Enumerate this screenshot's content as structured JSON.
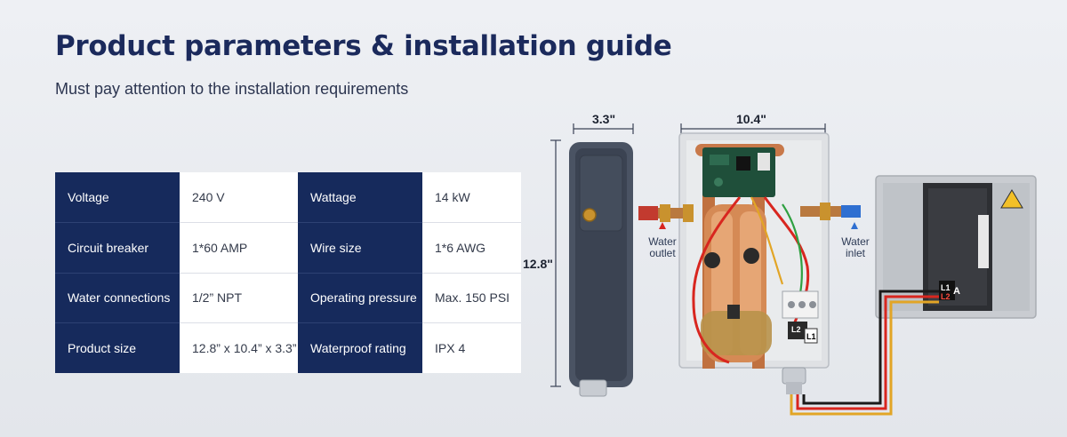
{
  "header": {
    "title": "Product parameters & installation guide",
    "subtitle": "Must pay attention to the installation requirements"
  },
  "specs": [
    {
      "label1": "Voltage",
      "value1": "240 V",
      "label2": "Wattage",
      "value2": "14 kW"
    },
    {
      "label1": "Circuit breaker",
      "value1": "1*60 AMP",
      "label2": "Wire size",
      "value2": "1*6 AWG"
    },
    {
      "label1": "Water connections",
      "value1": "1/2” NPT",
      "label2": "Operating pressure",
      "value2": "Max. 150 PSI"
    },
    {
      "label1": "Product size",
      "value1": "12.8” x 10.4” x 3.3”",
      "label2": "Waterproof rating",
      "value2": "IPX 4"
    }
  ],
  "dimensions": {
    "depth": "3.3\"",
    "width": "10.4\"",
    "height": "12.8\""
  },
  "labels": {
    "water_outlet": "Water outlet",
    "water_outlet_l1": "Water",
    "water_outlet_l2": "outlet",
    "water_inlet_l1": "Water",
    "water_inlet_l2": "inlet",
    "breaker_l1": "L1",
    "breaker_l2": "L2",
    "breaker_a": "A",
    "terminal_l2": "L2",
    "terminal_l1": "L1"
  },
  "colors": {
    "navy": "#162a5c",
    "copper": "#c8794a",
    "wire_red": "#d8261f",
    "wire_yellow": "#e2a526",
    "wire_black": "#1a1a1a",
    "hot_indicator": "#d8261f",
    "cold_indicator": "#2f6fd1"
  }
}
